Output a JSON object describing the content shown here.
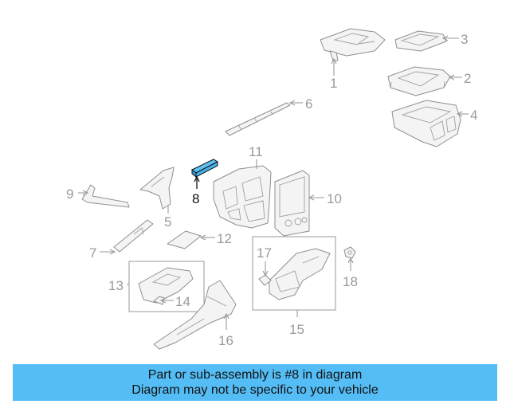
{
  "banner": {
    "line1": "Part or sub-assembly is #8 in diagram",
    "line2": "Diagram may not be specific to your vehicle",
    "color": "#55bdf5"
  },
  "highlight": {
    "part_number": "8",
    "color": "#5cc2f2"
  },
  "callouts": [
    "1",
    "2",
    "3",
    "4",
    "5",
    "6",
    "7",
    "8",
    "9",
    "10",
    "11",
    "12",
    "13",
    "14",
    "15",
    "16",
    "17",
    "18"
  ]
}
